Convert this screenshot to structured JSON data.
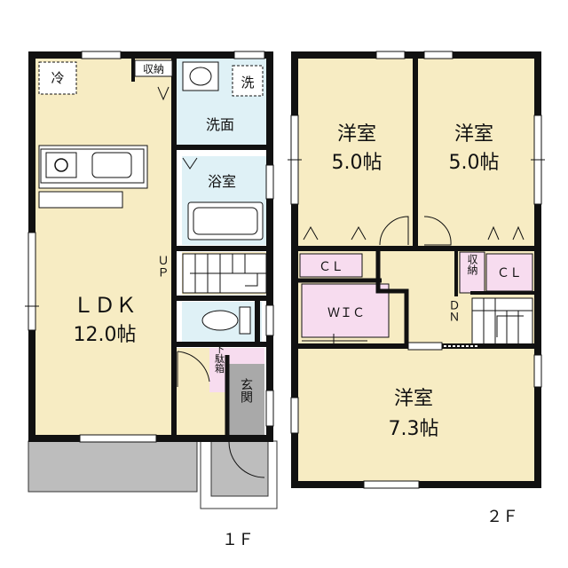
{
  "floor1": {
    "label": "１Ｆ",
    "rooms": {
      "ldk": {
        "name": "ＬＤＫ",
        "size": "12.0帖"
      },
      "wash": "洗面",
      "bath": "浴室",
      "entrance": "玄関"
    },
    "marks": {
      "fridge": "冷",
      "washer": "洗",
      "storage": "収納",
      "shoe_box": "下駄箱",
      "stairs_up": "ＵＰ"
    }
  },
  "floor2": {
    "label": "２Ｆ",
    "rooms": {
      "west_left": {
        "name": "洋室",
        "size": "5.0帖"
      },
      "west_right": {
        "name": "洋室",
        "size": "5.0帖"
      },
      "west_bottom": {
        "name": "洋室",
        "size": "7.3帖"
      },
      "wic": "ＷＩＣ"
    },
    "marks": {
      "closet_left": "ＣＬ",
      "closet_right": "ＣＬ",
      "storage": "収納",
      "stairs_down": "ＤＮ"
    }
  },
  "colors": {
    "wall": "#111111",
    "ldk_floor": "#f7ecc3",
    "wet_area": "#dff1f6",
    "closet": "#f7dcef",
    "entrance": "#a9a9a9",
    "exterior": "#bdbdbd"
  }
}
